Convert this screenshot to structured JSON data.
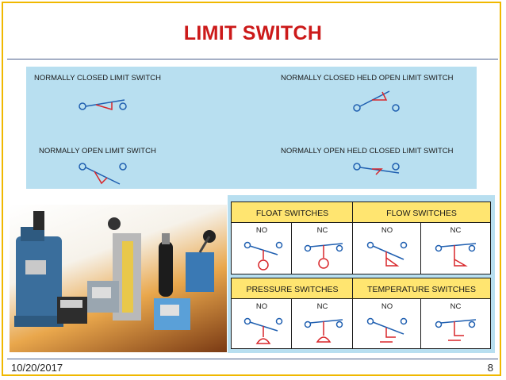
{
  "slide": {
    "title": "LIMIT SWITCH",
    "date": "10/20/2017",
    "page": "8",
    "frame_color": "#f0b800",
    "title_color": "#cc1a1a"
  },
  "limit_switches": [
    {
      "label": "NORMALLY CLOSED LIMIT SWITCH"
    },
    {
      "label": "NORMALLY CLOSED HELD OPEN LIMIT SWITCH"
    },
    {
      "label": "NORMALLY OPEN LIMIT SWITCH"
    },
    {
      "label": "NORMALLY OPEN HELD CLOSED LIMIT SWITCH"
    }
  ],
  "switch_table": {
    "groups": [
      {
        "header": "FLOAT SWITCHES",
        "no": "NO",
        "nc": "NC"
      },
      {
        "header": "FLOW SWITCHES",
        "no": "NO",
        "nc": "NC"
      },
      {
        "header": "PRESSURE SWITCHES",
        "no": "NO",
        "nc": "NC"
      },
      {
        "header": "TEMPERATURE SWITCHES",
        "no": "NO",
        "nc": "NC"
      }
    ]
  },
  "photo": {
    "icon": "limit-switch-products-photo"
  }
}
